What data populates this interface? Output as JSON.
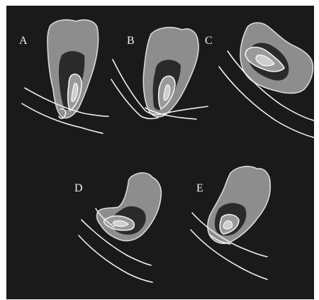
{
  "figure": {
    "panels": [
      {
        "id": "A",
        "label": "A"
      },
      {
        "id": "B",
        "label": "B"
      },
      {
        "id": "C",
        "label": "C"
      },
      {
        "id": "D",
        "label": "D"
      },
      {
        "id": "E",
        "label": "E"
      }
    ]
  },
  "colors": {
    "background": "#1a1a1a",
    "tooth": "#8d8d8d",
    "outline": "#f0f0f0"
  }
}
